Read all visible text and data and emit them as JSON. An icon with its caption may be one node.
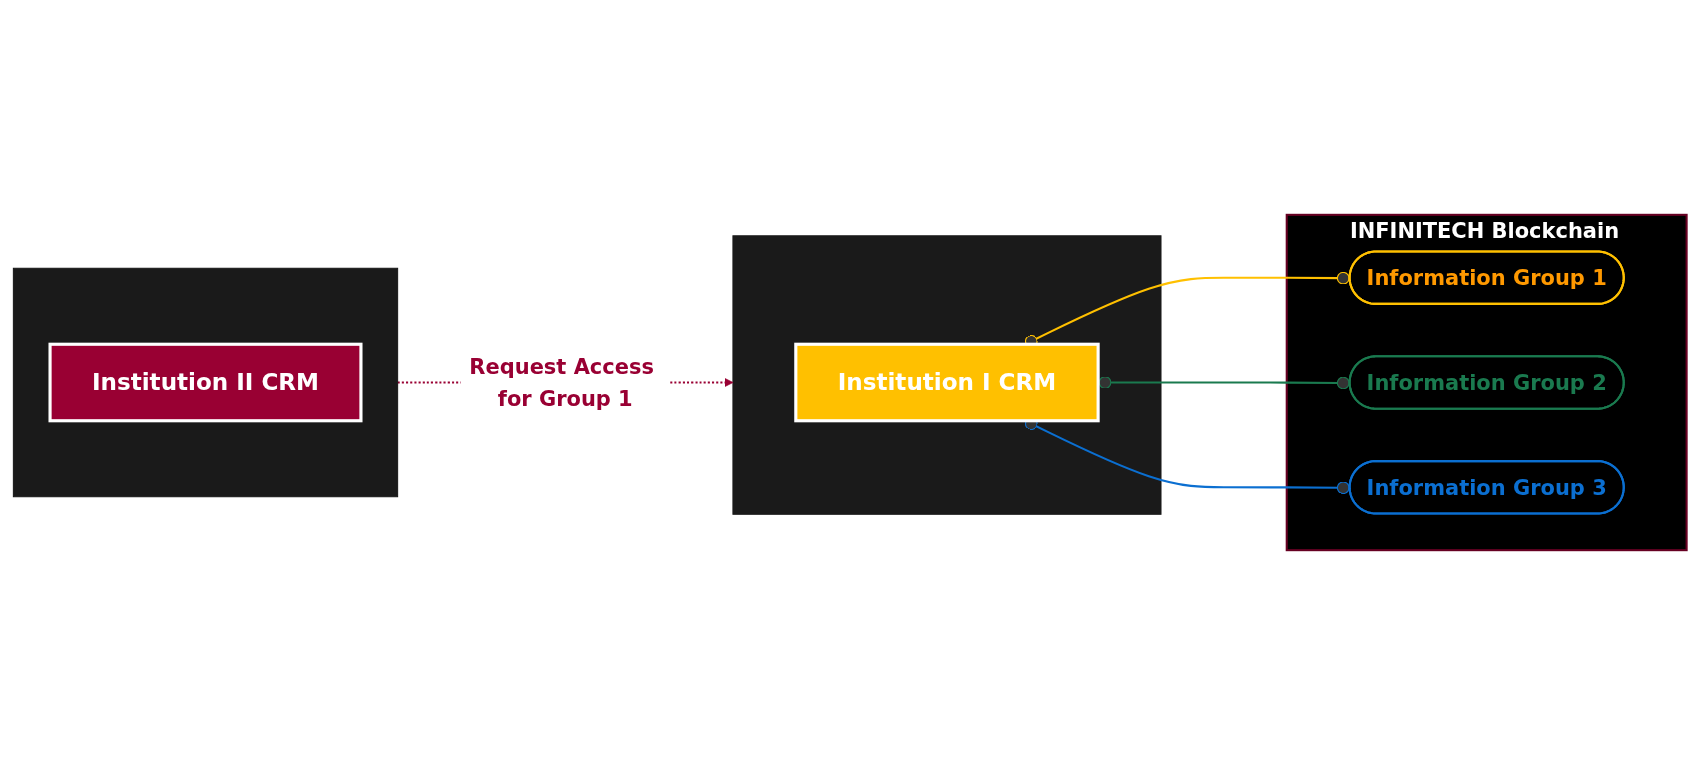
{
  "diagram": {
    "nodes": [
      {
        "text": [],
        "shape": "box"
      },
      {
        "text": [
          "Institution I CRM"
        ],
        "in": 0
      },
      {
        "text": [],
        "shape": "box"
      },
      {
        "text": [
          "Institution II CRM"
        ],
        "in": 2
      },
      {
        "text": [
          "INFINITECH Blockchain"
        ]
      },
      {
        "text": [
          "Information Group 1"
        ],
        "in": 4
      },
      {
        "text": [
          "Information Group 2"
        ],
        "in": 4
      },
      {
        "text": [
          "Information Group 3"
        ],
        "in": 4
      }
    ],
    "edges": [
      {
        "from": 1,
        "to": 5,
        "arrow": "other",
        "color": "#ffc000"
      },
      {
        "from": 1,
        "to": 6,
        "arrow": "other",
        "color": "#1a7a4f"
      },
      {
        "from": 1,
        "to": 7,
        "arrow": "other",
        "color": "#0b6fd1"
      },
      {
        "from": 2,
        "to": 0,
        "arrow": "to",
        "label": "Request Access for Group 1",
        "style": "dashed",
        "color": "#990033"
      }
    ]
  }
}
